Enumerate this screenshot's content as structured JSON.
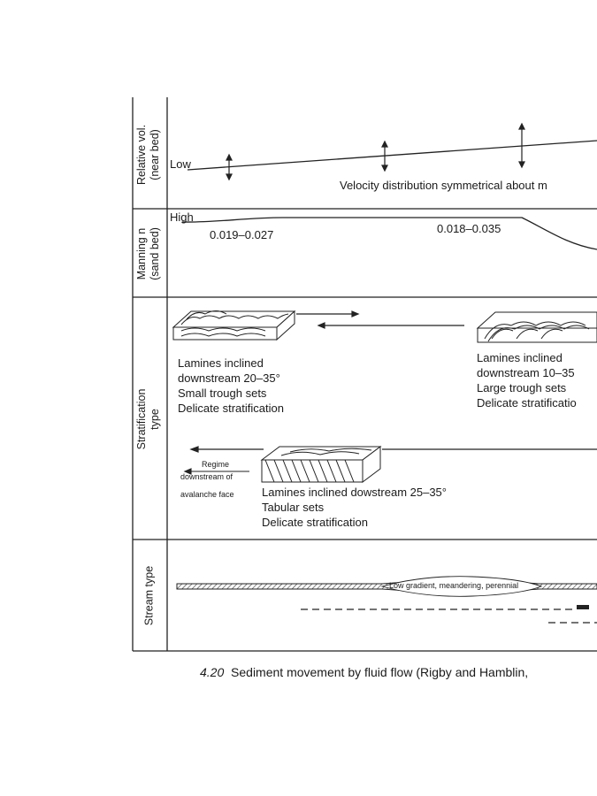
{
  "rows": {
    "velocity_header": [
      "Relative vol.",
      "(near bed)"
    ],
    "manning_header": [
      "Manning n",
      "(sand bed)"
    ],
    "stratification_header": [
      "Stratification",
      "type"
    ],
    "stream_header": "Stream type"
  },
  "velocity": {
    "low_label": "Low",
    "note": "Velocity distribution symmetrical about m"
  },
  "manning": {
    "high_label": "High",
    "range_1": "0.019–0.027",
    "range_2": "0.018–0.035"
  },
  "stratification": {
    "block_1_lines": [
      "Lamines inclined",
      "downstream 20–35°",
      "Small trough sets",
      "Delicate stratification"
    ],
    "block_2_lines": [
      "Lamines inclined",
      "downstream 10–35",
      "Large trough sets",
      "Delicate stratificatio"
    ],
    "regime_lines": [
      "Regime",
      "downstream of",
      "avalanche face"
    ],
    "block_3_lines": [
      "Lamines inclined dowstream 25–35°",
      "Tabular sets",
      "Delicate stratification"
    ]
  },
  "stream": {
    "label": "Low gradient, meandering, perennial"
  },
  "caption": {
    "number": "4.20",
    "text": "Sediment movement by fluid flow (Rigby and Hamblin,"
  }
}
